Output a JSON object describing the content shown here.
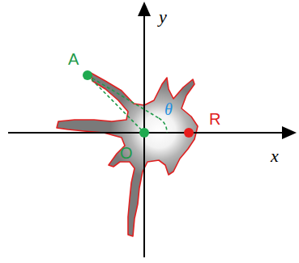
{
  "diagram": {
    "labels": [
      "y",
      "A",
      "θ",
      "R",
      "O",
      "x"
    ]
  }
}
